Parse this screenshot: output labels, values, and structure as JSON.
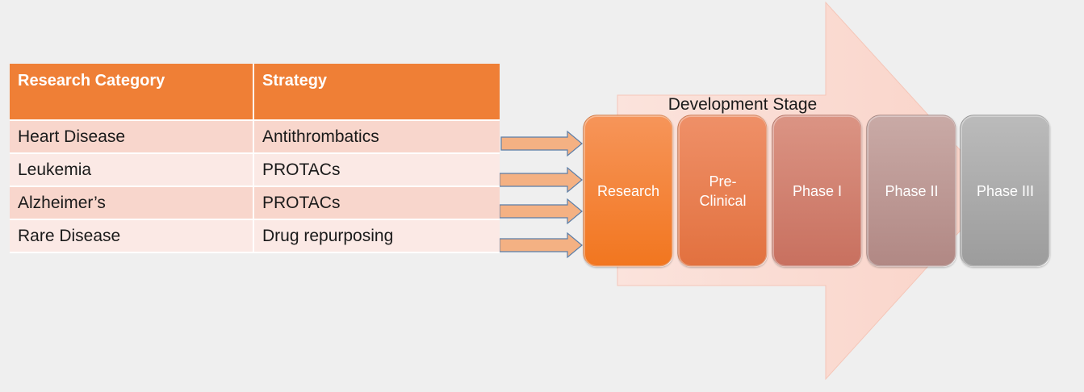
{
  "table": {
    "headers": [
      "Research Category",
      "Strategy"
    ],
    "rows": [
      {
        "category": "Heart Disease",
        "strategy": "Antithrombatics"
      },
      {
        "category": "Leukemia",
        "strategy": "PROTACs"
      },
      {
        "category": "Alzheimer’s",
        "strategy": "PROTACs"
      },
      {
        "category": "Rare Disease",
        "strategy": "Drug repurposing"
      }
    ]
  },
  "pipeline": {
    "title": "Development Stage",
    "stages": [
      {
        "line1": "Research",
        "line2": ""
      },
      {
        "line1": "Pre-",
        "line2": "Clinical"
      },
      {
        "line1": "Phase I",
        "line2": ""
      },
      {
        "line1": "Phase II",
        "line2": ""
      },
      {
        "line1": "Phase III",
        "line2": ""
      }
    ]
  },
  "colors": {
    "header": "#ef7f36",
    "row_odd": "#f8d6cc",
    "row_even": "#fbe9e5",
    "big_arrow": "#fadbd3",
    "small_arrow": "#f4b183",
    "stage_research": "#f47a2c",
    "stage_preclinical": "#e8794f",
    "stage_phase1": "#cf7a6a",
    "stage_phase2": "#b9938f",
    "stage_phase3": "#a5a5a5"
  }
}
